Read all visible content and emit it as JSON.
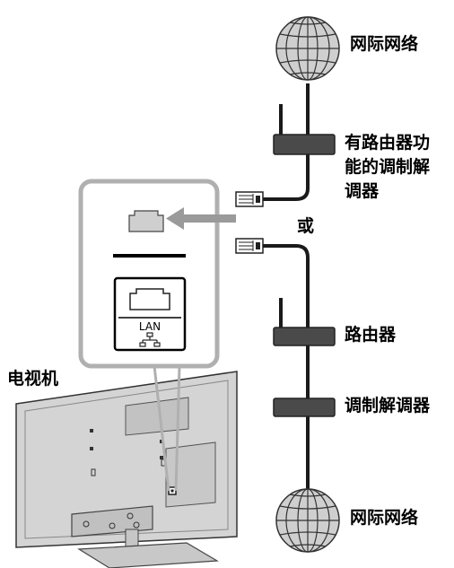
{
  "labels": {
    "internet_top": "网际网络",
    "router_modem_line1": "有路由器功",
    "router_modem_line2": "能的调制解",
    "router_modem_line3": "调器",
    "or": "或",
    "router": "路由器",
    "modem": "调制解调器",
    "internet_bottom": "网际网络",
    "tv": "电视机",
    "lan_port": "LAN"
  },
  "colors": {
    "globe_fill": "#cfcfcf",
    "globe_stroke": "#333333",
    "cable": "#1a1a1a",
    "device_fill": "#4a4a4a",
    "callout_border": "#b0b0b0",
    "tv_fill": "#d4d4d4",
    "arrow": "#9a9a9a"
  },
  "icons": {
    "globe": "globe-icon",
    "lan_connector": "rj45-connector-icon",
    "lan_port": "lan-port-icon",
    "network_symbol": "network-symbol-icon"
  }
}
